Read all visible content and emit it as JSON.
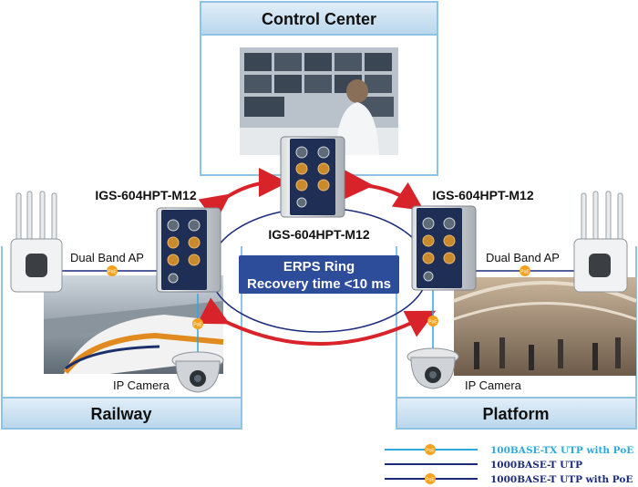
{
  "control_center": {
    "title": "Control Center"
  },
  "switches": {
    "center_label": "IGS-604HPT-M12",
    "left_label": "IGS-604HPT-M12",
    "right_label": "IGS-604HPT-M12"
  },
  "ring": {
    "line1": "ERPS Ring",
    "line2": "Recovery time <10 ms"
  },
  "railway": {
    "title": "Railway",
    "ap_label": "Dual Band AP",
    "camera_label": "IP Camera"
  },
  "platform": {
    "title": "Platform",
    "ap_label": "Dual Band AP",
    "camera_label": "IP Camera"
  },
  "poe_badge": "PoE",
  "legend": {
    "items": [
      {
        "label": "100BASE-TX UTP with PoE",
        "color": "#2ea9dc",
        "badge": true
      },
      {
        "label": "1000BASE-T UTP",
        "color": "#1a2b7a",
        "badge": false
      },
      {
        "label": "1000BASE-T UTP with PoE",
        "color": "#1a2b7a",
        "badge": true
      }
    ]
  },
  "colors": {
    "panel_border": "#8fc3e3",
    "panel_fill": "#c6def0",
    "ring_box": "#2d4d9b",
    "arrow_red": "#d8232a",
    "poe": "#f4a21e"
  }
}
